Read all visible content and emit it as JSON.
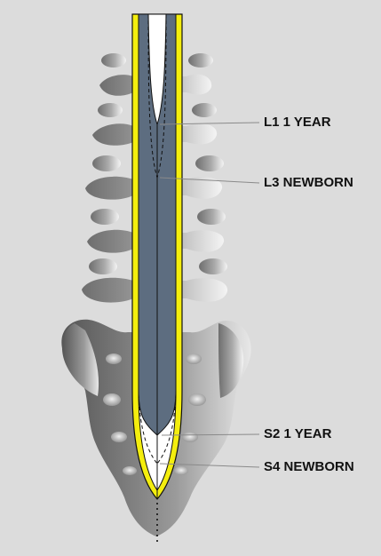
{
  "labels": {
    "l1_1_year": "L1 1 YEAR",
    "l3_newborn": "L3 NEWBORN",
    "s2_1_year": "S2 1 YEAR",
    "s4_newborn": "S4 NEWBORN"
  },
  "colors": {
    "background": "#dcdcdc",
    "dura": "#f4ee0e",
    "cord": "#5d6d80",
    "bone_dark": "#7a7a7a",
    "bone_light": "#f2f2f2",
    "outline": "#111111",
    "leader_line": "#8a8a8a"
  }
}
